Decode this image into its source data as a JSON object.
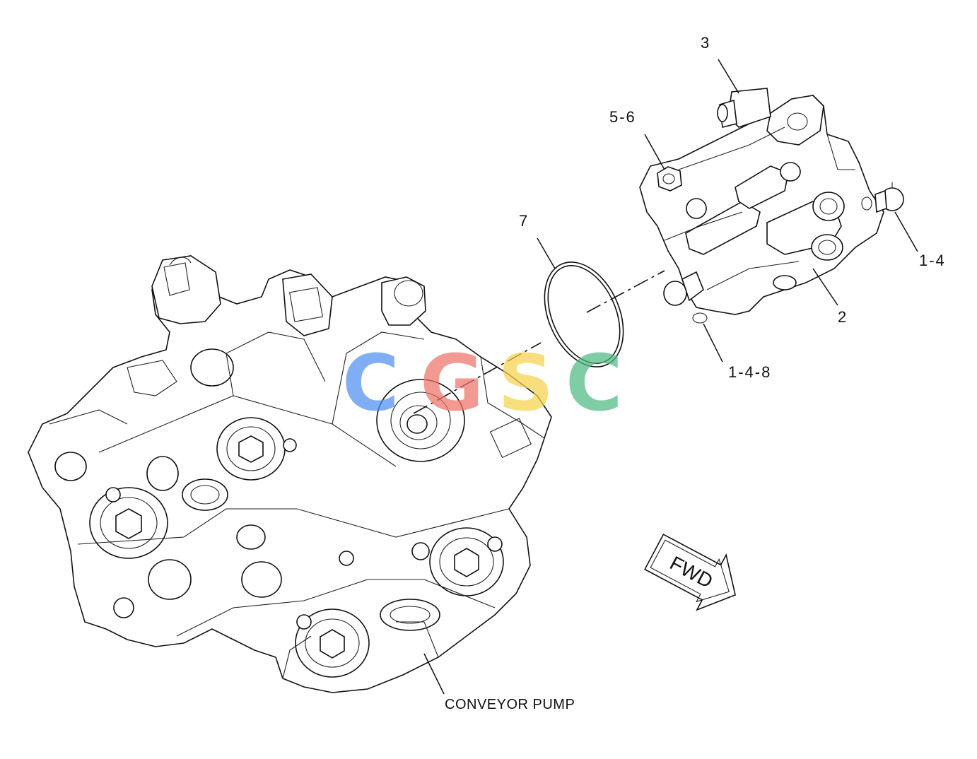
{
  "callouts": {
    "c3": "3",
    "c5_6": "5-6",
    "c7": "7",
    "c1_4": "1-4",
    "c2": "2",
    "c1_4_8": "1-4-8",
    "conveyor_pump": "CONVEYOR PUMP"
  },
  "fwd_arrow": {
    "label": "FWD"
  },
  "watermark": {
    "letters": [
      "C",
      "G",
      "S",
      "C"
    ],
    "colors": [
      "#4f8ff0",
      "#ee7468",
      "#f6d24a",
      "#4dbb83"
    ]
  }
}
